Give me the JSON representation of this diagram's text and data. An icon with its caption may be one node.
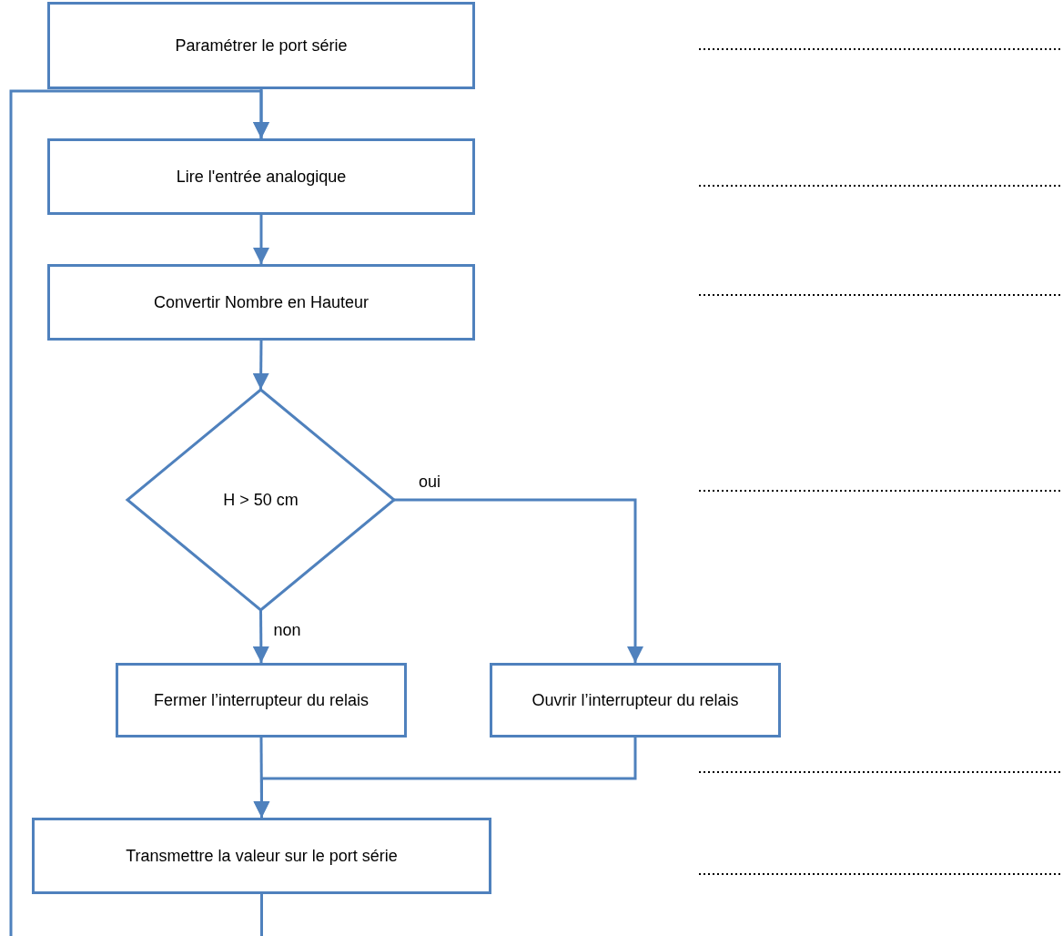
{
  "diagram": {
    "nodes": [
      {
        "text": [
          "Paramétrer le port série"
        ]
      },
      {
        "text": [
          "Lire l'entrée analogique"
        ]
      },
      {
        "text": [
          "Convertir Nombre en Hauteur"
        ]
      },
      {
        "text": [
          "H > 50 cm"
        ]
      },
      {
        "text": [
          "Fermer l’interrupteur du relais"
        ]
      },
      {
        "text": [
          "Ouvrir l’interrupteur du relais"
        ]
      },
      {
        "text": [
          "Transmettre la valeur sur le port série"
        ]
      }
    ],
    "edges": [
      {
        "from": 0,
        "to": 1,
        "arrow": "to"
      },
      {
        "from": 1,
        "to": 2,
        "arrow": "to"
      },
      {
        "from": 2,
        "to": 3,
        "arrow": "to"
      },
      {
        "from": 3,
        "to": 4,
        "arrow": "to",
        "label": "non"
      },
      {
        "from": 3,
        "to": 5,
        "arrow": "to",
        "label": "oui"
      },
      {
        "from": 4,
        "to": 6,
        "arrow": "to"
      },
      {
        "from": 5,
        "to": 6,
        "arrow": "to"
      },
      {
        "from": 6,
        "to": 1,
        "arrow": "to"
      }
    ]
  }
}
